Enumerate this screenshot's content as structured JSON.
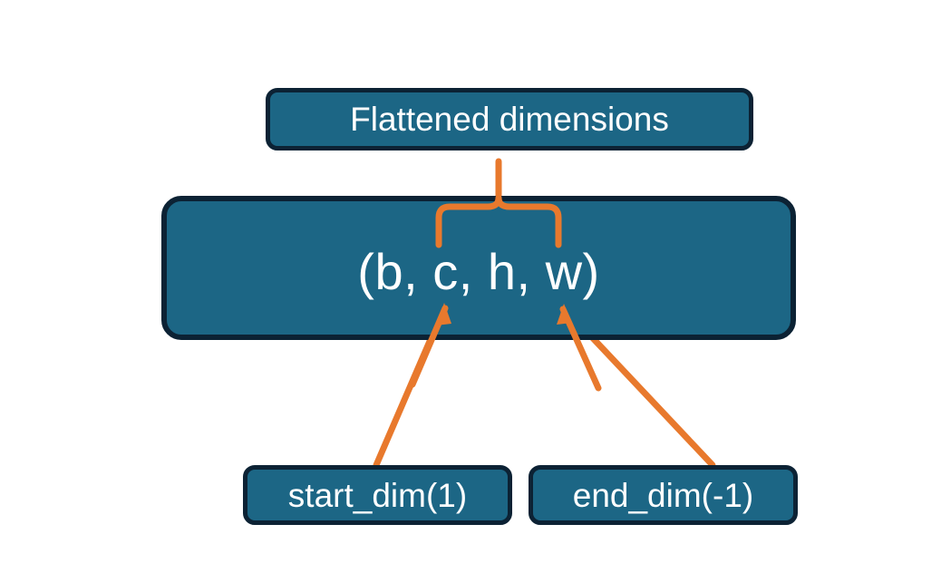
{
  "diagram": {
    "title_node": {
      "label": "Flattened dimensions",
      "name": "flattened-dimensions-node"
    },
    "tuple_node": {
      "label": "(b, c, h, w)",
      "name": "tensor-shape-tuple-node"
    },
    "param_nodes": [
      {
        "label": "start_dim(1)",
        "name": "start-dim-node"
      },
      {
        "label": "end_dim(-1)",
        "name": "end-dim-node"
      }
    ],
    "annotations": {
      "brace_name": "flattened-range-brace",
      "arrow_start_name": "start-dim-arrow",
      "arrow_end_name": "end-dim-arrow"
    },
    "colors": {
      "node_fill": "#1c6685",
      "node_border": "#0c2234",
      "accent": "#e8792d",
      "text": "#ffffff",
      "background": "#ffffff"
    }
  }
}
